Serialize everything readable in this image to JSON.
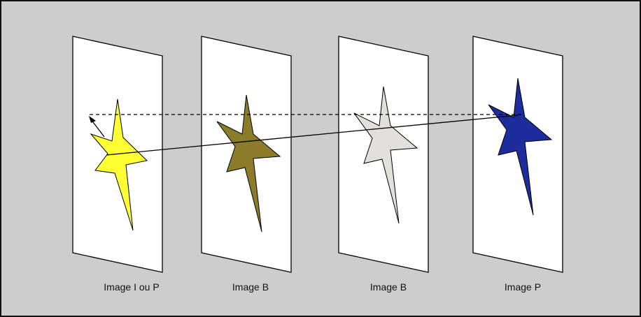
{
  "captions": [
    "Image I ou P",
    "Image B",
    "Image B",
    "Image P"
  ],
  "frame_colors": [
    "#ffff33",
    "#8c7c2a",
    "#e2e0dc",
    "#1d2d9e"
  ],
  "frame_names": [
    "frame-image-i-ou-p",
    "frame-image-b-1",
    "frame-image-b-2",
    "frame-image-p"
  ],
  "colors": {
    "background": "#cdcdcd",
    "frame_fill": "#ffffff",
    "outline": "#000000"
  }
}
